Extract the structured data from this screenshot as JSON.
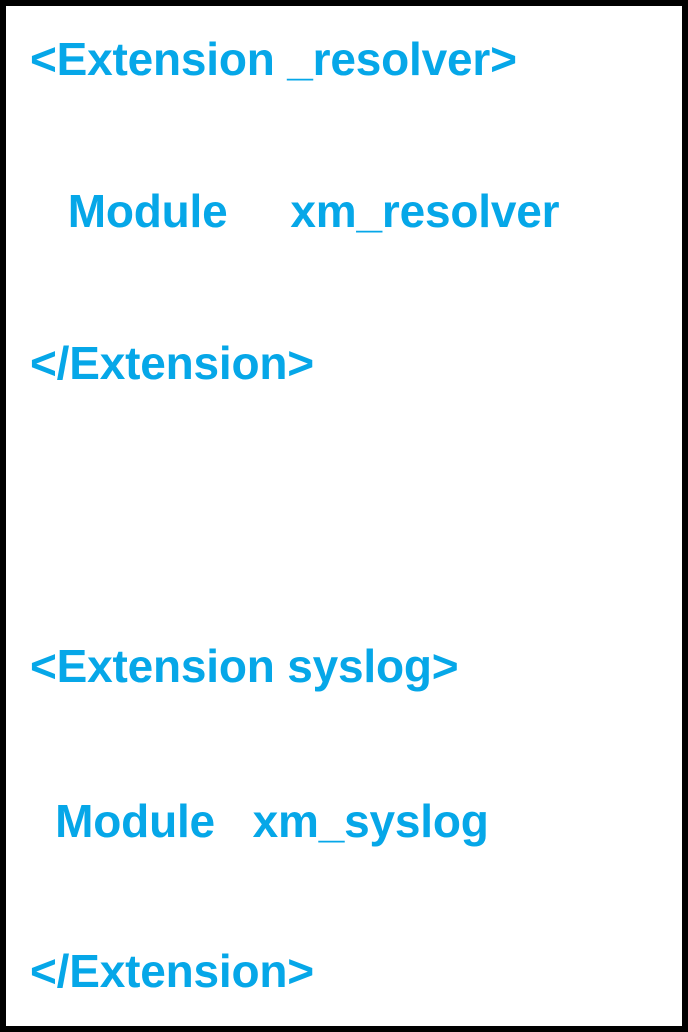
{
  "document": {
    "kind": "configuration-snippet",
    "language": "nxlog-conf",
    "background_color": "#ffffff",
    "border_color": "#000000",
    "text_color": "#06A7E8"
  },
  "blocks": [
    {
      "name": "_resolver",
      "open_tag": "<Extension _resolver>",
      "directive_key": "Module",
      "directive_value": "xm_resolver",
      "close_tag": "</Extension>"
    },
    {
      "name": "syslog",
      "open_tag": "<Extension syslog>",
      "directive_key": "Module",
      "directive_value": "xm_syslog",
      "close_tag": "</Extension>"
    }
  ],
  "lines": {
    "resolver_open": "<Extension _resolver>",
    "resolver_module": "   Module     xm_resolver",
    "resolver_close": "</Extension>",
    "syslog_open": "<Extension syslog>",
    "syslog_module": "  Module   xm_syslog",
    "syslog_close": "</Extension>"
  }
}
